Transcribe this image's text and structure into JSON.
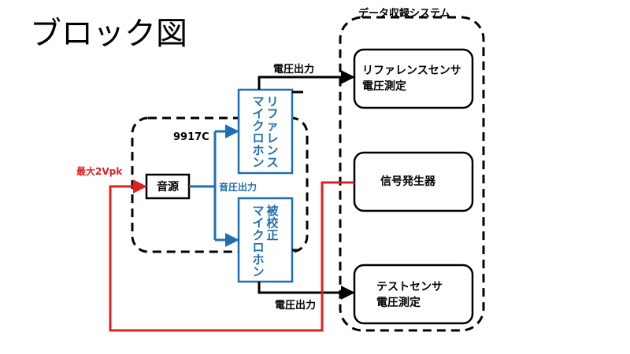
{
  "title": "ブロック図",
  "groups": {
    "data_system_label": "データ収録システム",
    "device_label": "9917C"
  },
  "blocks": {
    "sound_source": "音源",
    "reference_mic": [
      "リファレンス",
      "マイクロホン"
    ],
    "test_mic": [
      "被校正",
      "マイクロホン"
    ],
    "reference_sensor": [
      "リファレンスセンサ",
      "電圧測定"
    ],
    "signal_generator": "信号発生器",
    "test_sensor": [
      "テストセンサ",
      "電圧測定"
    ]
  },
  "labels": {
    "voltage_out_top": "電圧出力",
    "voltage_out_bottom": "電圧出力",
    "sound_pressure_out": "音圧出力",
    "max_voltage": "最大2Vpk"
  },
  "colors": {
    "blue": "#1f6fb0",
    "red": "#e02020",
    "black": "#000000"
  }
}
